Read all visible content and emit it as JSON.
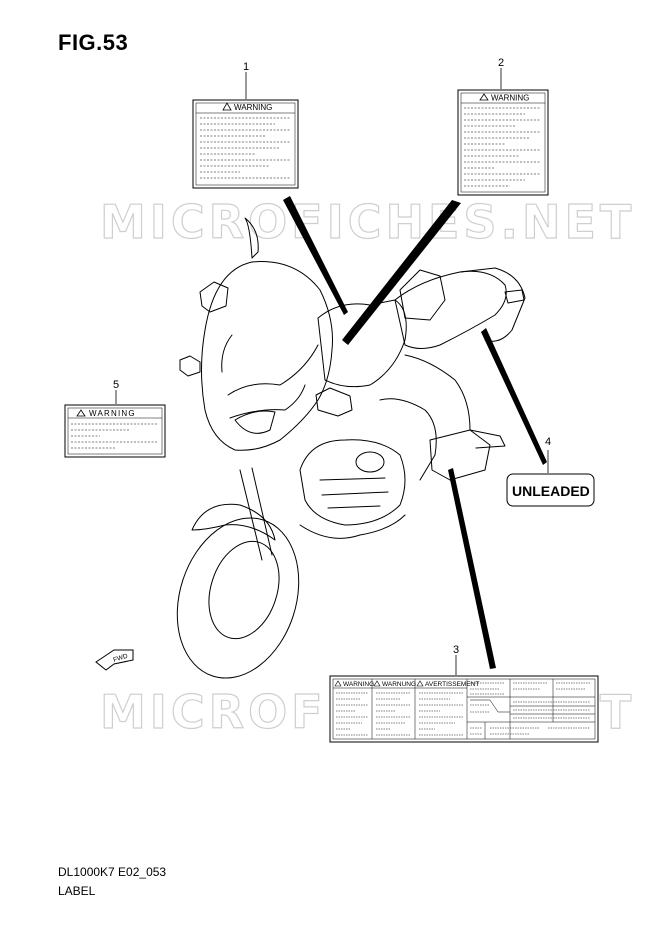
{
  "figure": {
    "title": "FIG.53"
  },
  "footer": {
    "code": "DL1000K7 E02_053",
    "label": "LABEL"
  },
  "watermark": "MICROFICHES.NET",
  "callouts": [
    "1",
    "2",
    "3",
    "4",
    "5"
  ],
  "labels": {
    "warning_text": "WARNING",
    "unleaded_text": "UNLEADED",
    "multi_warning": [
      "WARNING",
      "WARNUNG",
      "AVERTISSEMENT"
    ]
  },
  "icons": {
    "forward_arrow": "fwd-arrow-icon",
    "warning_triangle": "warning-triangle-icon"
  },
  "fwd_text": "FWD"
}
